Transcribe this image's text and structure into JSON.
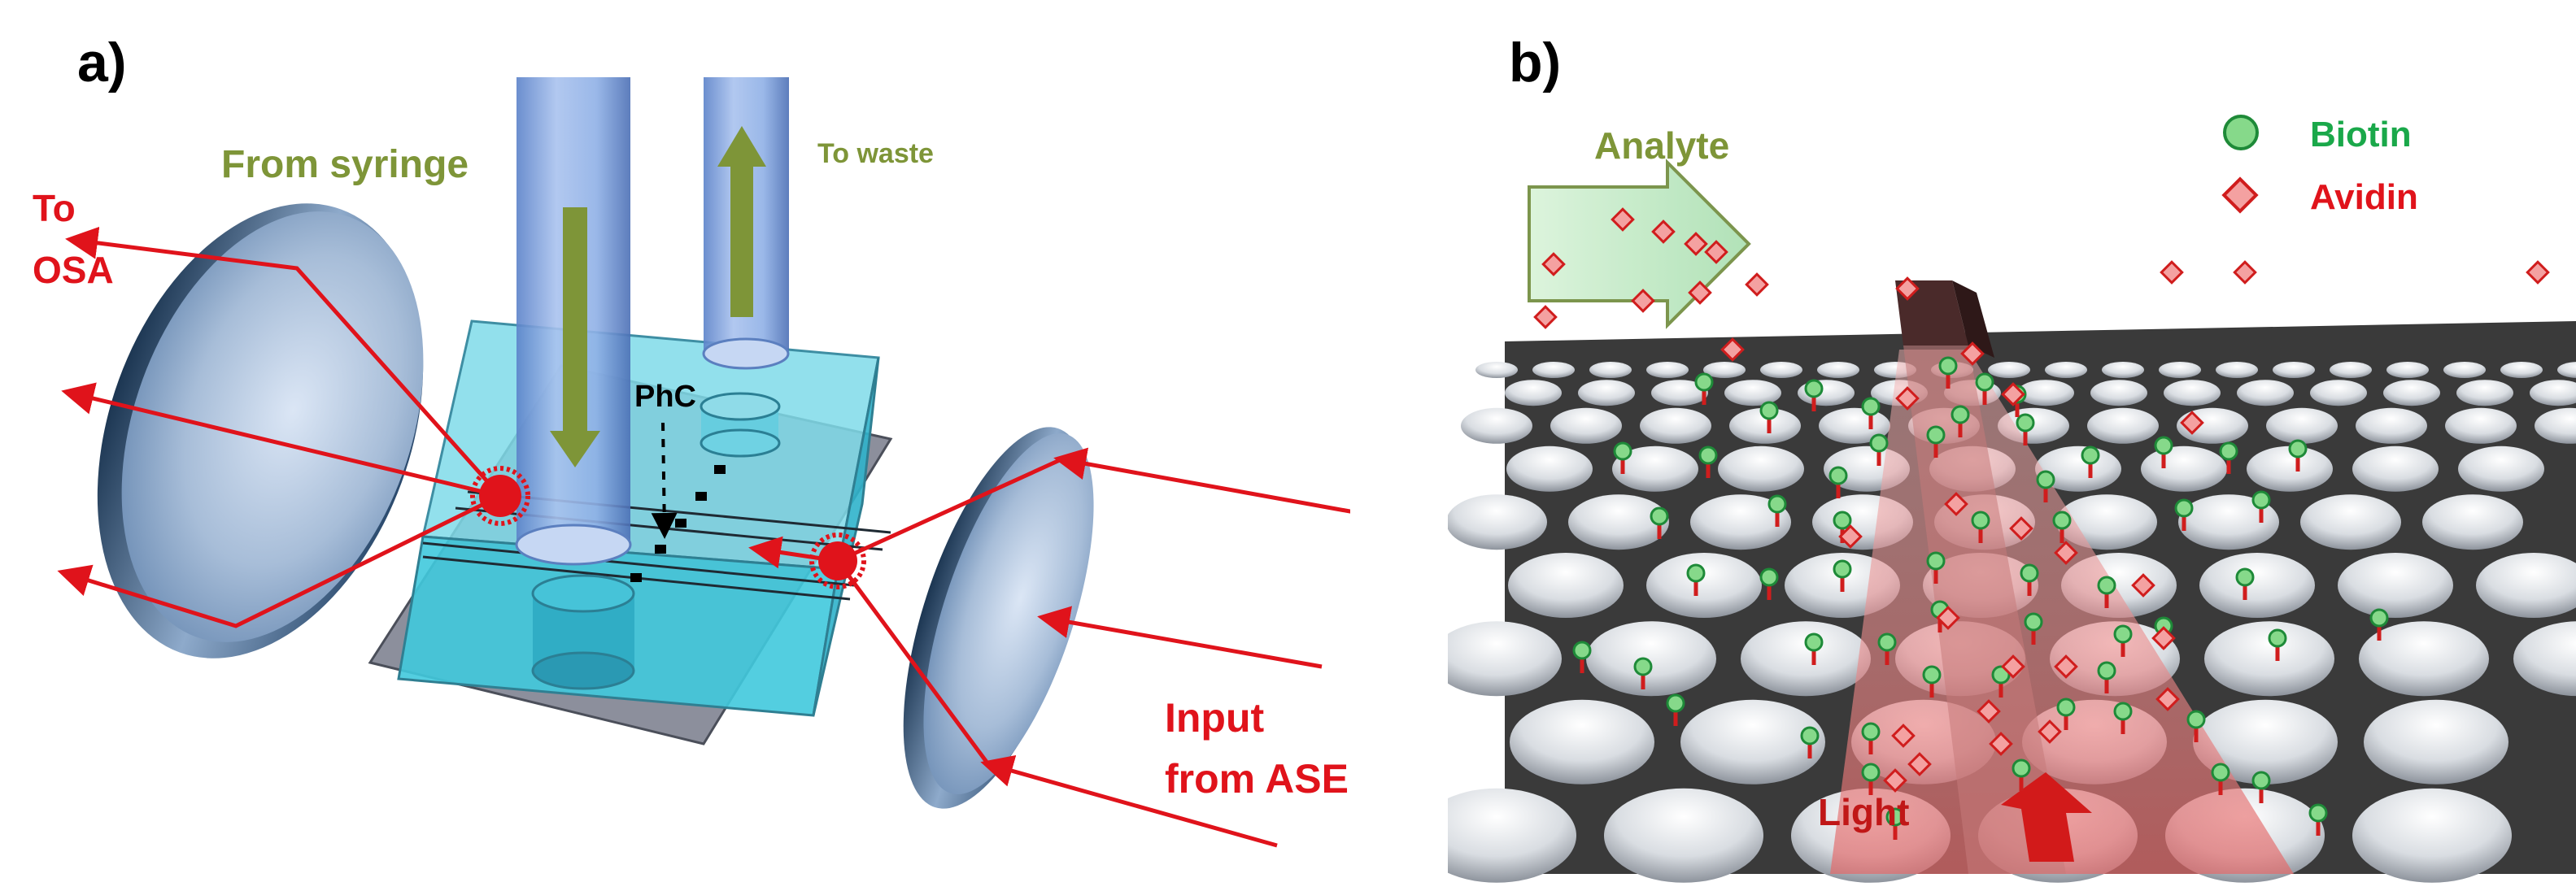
{
  "panel_a": {
    "tag": "a)",
    "from_syringe": "From syringe",
    "to_waste": "To waste",
    "to_osa_line1": "To",
    "to_osa_line2": "OSA",
    "phc": "PhC",
    "input_line1": "Input",
    "input_line2": "from ASE"
  },
  "panel_b": {
    "tag": "b)",
    "analyte": "Analyte",
    "legend_biotin": "Biotin",
    "legend_avidin": "Avidin",
    "light": "Light"
  },
  "colors": {
    "red": "#e0131b",
    "olive": "#7e9538",
    "green_text": "#1aa84a",
    "legend_red": "#e0131b"
  }
}
